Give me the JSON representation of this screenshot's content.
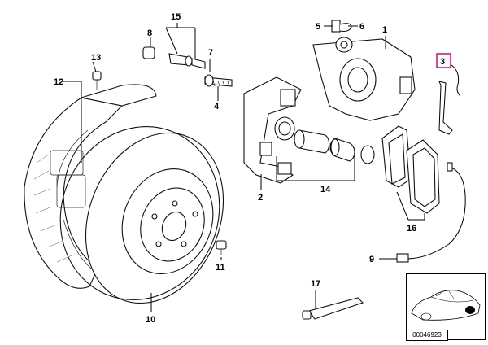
{
  "labels": {
    "p1": "1",
    "p2": "2",
    "p3": "3",
    "p4": "4",
    "p5": "5",
    "p6": "6",
    "p7": "7",
    "p8": "8",
    "p9": "9",
    "p10": "10",
    "p11": "11",
    "p12": "12",
    "p13": "13",
    "p14": "14",
    "p15": "15",
    "p16": "16",
    "p17": "17"
  },
  "highlight_color": "#e0006e",
  "reference_id": "00046923"
}
